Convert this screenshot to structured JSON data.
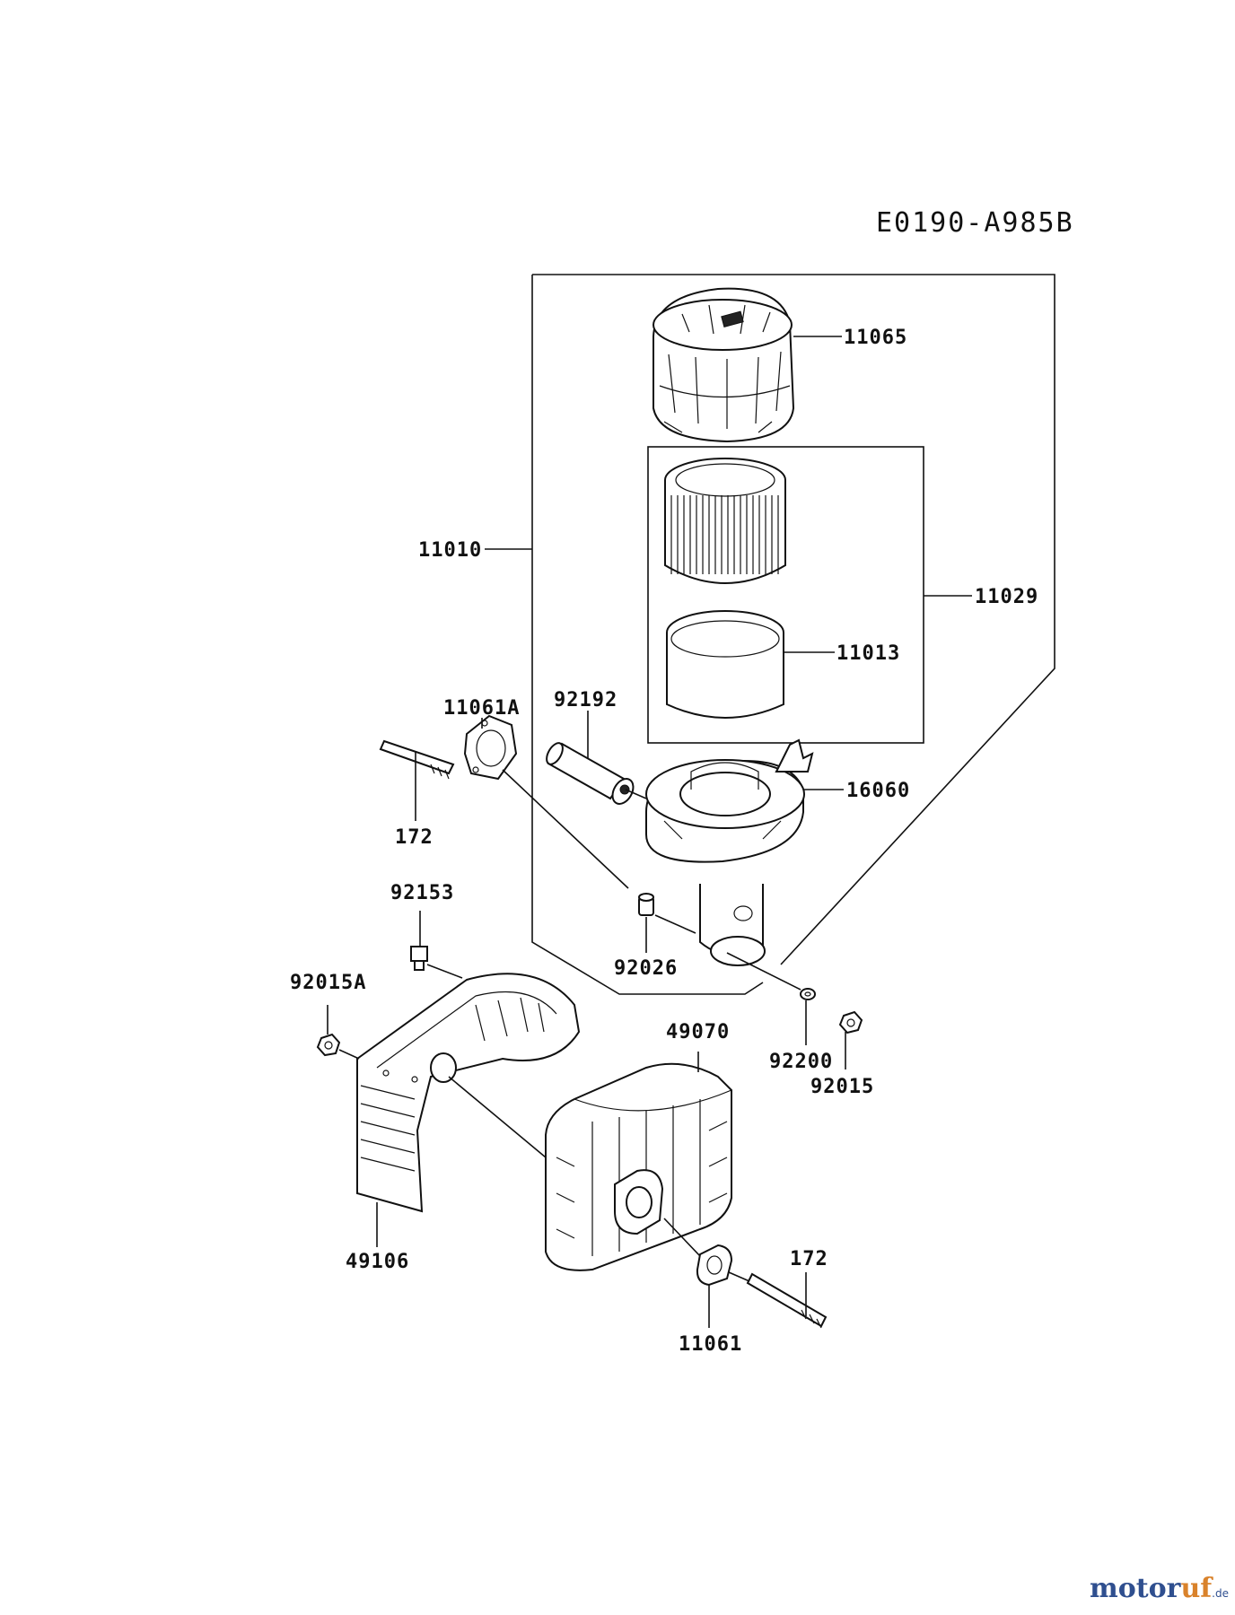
{
  "diagram": {
    "code": "E0190-A985B",
    "labels": {
      "p11065": "11065",
      "p11010": "11010",
      "p11029": "11029",
      "p11013": "11013",
      "p92192": "92192",
      "p11061A": "11061A",
      "p172_top": "172",
      "p16060": "16060",
      "p92153": "92153",
      "p92026": "92026",
      "p92015A": "92015A",
      "p49070": "49070",
      "p92200": "92200",
      "p92015": "92015",
      "p49106": "49106",
      "p172_bottom": "172",
      "p11061": "11061"
    }
  },
  "watermark": {
    "part1": "motor",
    "part2": "uf",
    "suffix": ".de"
  }
}
